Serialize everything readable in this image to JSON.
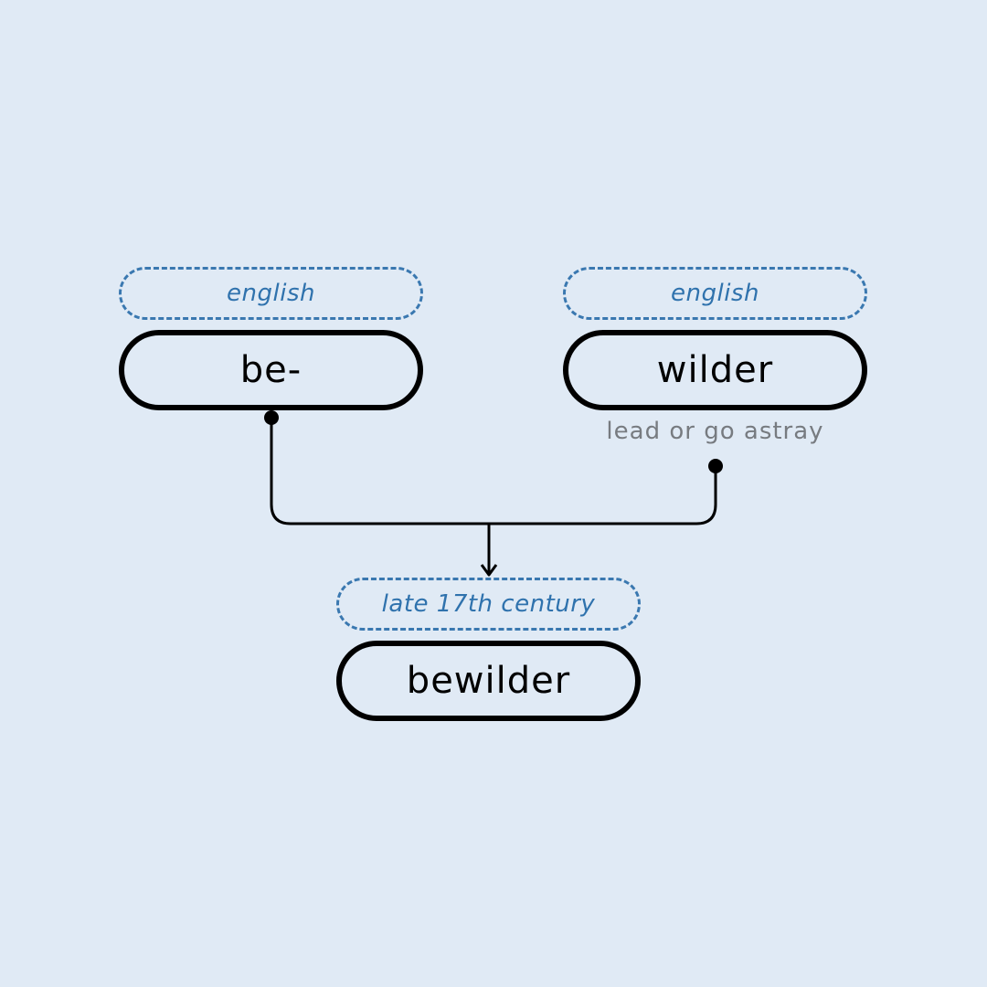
{
  "diagram": {
    "sources": [
      {
        "id": "be",
        "origin": "english",
        "word": "be-",
        "meaning": ""
      },
      {
        "id": "wilder",
        "origin": "english",
        "word": "wilder",
        "meaning": "lead or go astray"
      }
    ],
    "result": {
      "origin": "late 17th century",
      "word": "bewilder"
    },
    "colors": {
      "background": "#e0eaf5",
      "tag_border": "#3a78b0",
      "tag_text": "#2f72ad",
      "word_border": "#000000",
      "meaning_text": "#777b80"
    }
  }
}
